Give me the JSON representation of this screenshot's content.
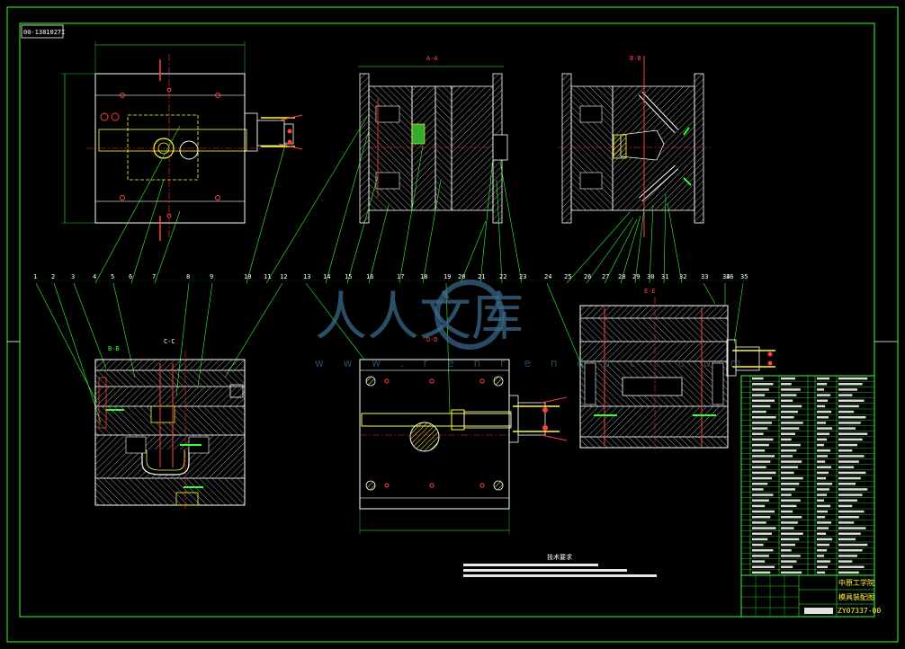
{
  "drawing": {
    "drawing_number_stamp": "00-1381027I",
    "section_labels": {
      "a_a": "A-A",
      "b_b": "B-B",
      "c_c": "C-C",
      "d_d": "D-D",
      "e_e": "E-E",
      "b2_b2": "B-B"
    },
    "part_numbers": [
      "1",
      "2",
      "3",
      "4",
      "5",
      "6",
      "7",
      "8",
      "9",
      "10",
      "11",
      "12",
      "13",
      "14",
      "15",
      "16",
      "17",
      "18",
      "19",
      "20",
      "21",
      "22",
      "23",
      "24",
      "25",
      "26",
      "27",
      "28",
      "29",
      "30",
      "31",
      "32",
      "33",
      "34",
      "35",
      "36"
    ],
    "technical_requirements_title": "技术要求",
    "title_block": {
      "school": "中原工学院",
      "drawing_title": "模具装配图",
      "drawing_code": "ZY07337-00"
    }
  },
  "watermark": {
    "text": "人人文库",
    "url": "w w w . r e n r e n d o c . c o m"
  },
  "colors": {
    "background": "#000000",
    "frame": "#33ff33",
    "outline": "#ffffff",
    "centerline": "#ff3030",
    "leader": "#33ff33",
    "highlight": "#ffff33",
    "watermark": "#3a6a8a"
  }
}
